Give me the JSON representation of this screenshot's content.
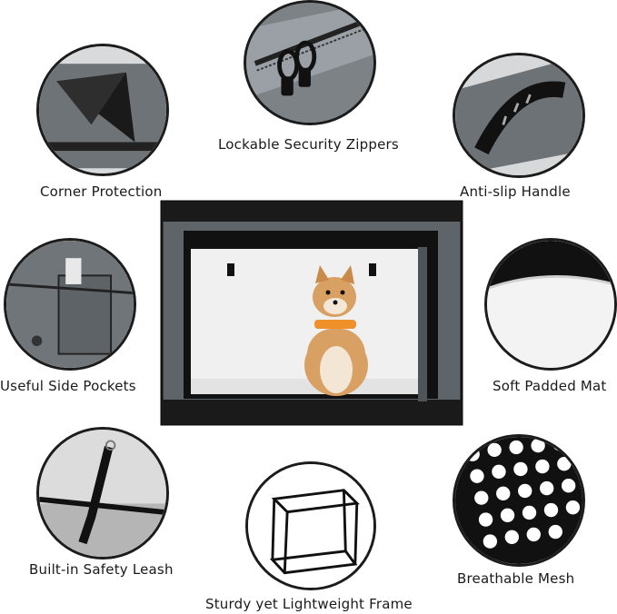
{
  "features": {
    "zippers": "Lockable Security Zippers",
    "corner": "Corner Protection",
    "handle": "Anti-slip Handle",
    "pockets": "Useful Side Pockets",
    "mat": "Soft Padded Mat",
    "leash": "Built-in Safety Leash",
    "mesh": "Breathable Mesh",
    "frame": "Sturdy yet Lightweight Frame"
  },
  "colors": {
    "fabric_gray": "#6b7074",
    "trim_black": "#111111",
    "mesh_white": "#f2f2f2",
    "dog_orange": "#c98a4a"
  }
}
